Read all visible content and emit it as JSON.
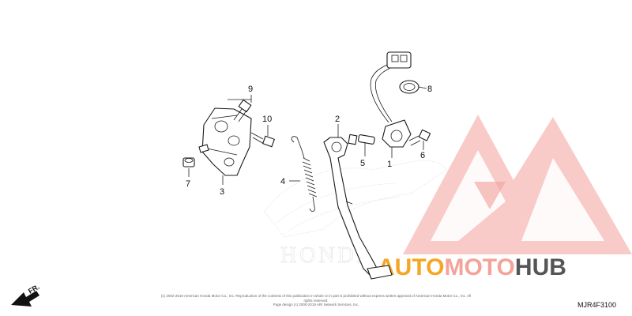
{
  "diagram": {
    "callouts": [
      {
        "id": "9",
        "label": "9"
      },
      {
        "id": "10",
        "label": "10"
      },
      {
        "id": "7",
        "label": "7"
      },
      {
        "id": "3",
        "label": "3"
      },
      {
        "id": "4",
        "label": "4"
      },
      {
        "id": "2",
        "label": "2"
      },
      {
        "id": "5",
        "label": "5"
      },
      {
        "id": "1",
        "label": "1"
      },
      {
        "id": "6",
        "label": "6"
      },
      {
        "id": "8",
        "label": "8"
      }
    ],
    "diagram_code": "MJR4F3100",
    "direction_label": "FR.",
    "copyright_lines": [
      "(c) 2002-2019 American Honda Motor Co., Inc. Reproduction of the contents of this publication in whole or in part is prohibited without express written approval of American Honda Motor Co., Inc. All rights reserved.",
      "Page design (c) 2000-2019 ARI Network Services, Inc."
    ],
    "background_logo_text": "HONDA"
  },
  "watermark": {
    "text_part_1": "AUTO",
    "text_part_2": "MOTO",
    "text_part_3": "HUB",
    "color_part_1": "#f5a623",
    "color_part_2": "#f4a39a",
    "color_part_3": "#555555",
    "logo_color": "#f08f88"
  }
}
